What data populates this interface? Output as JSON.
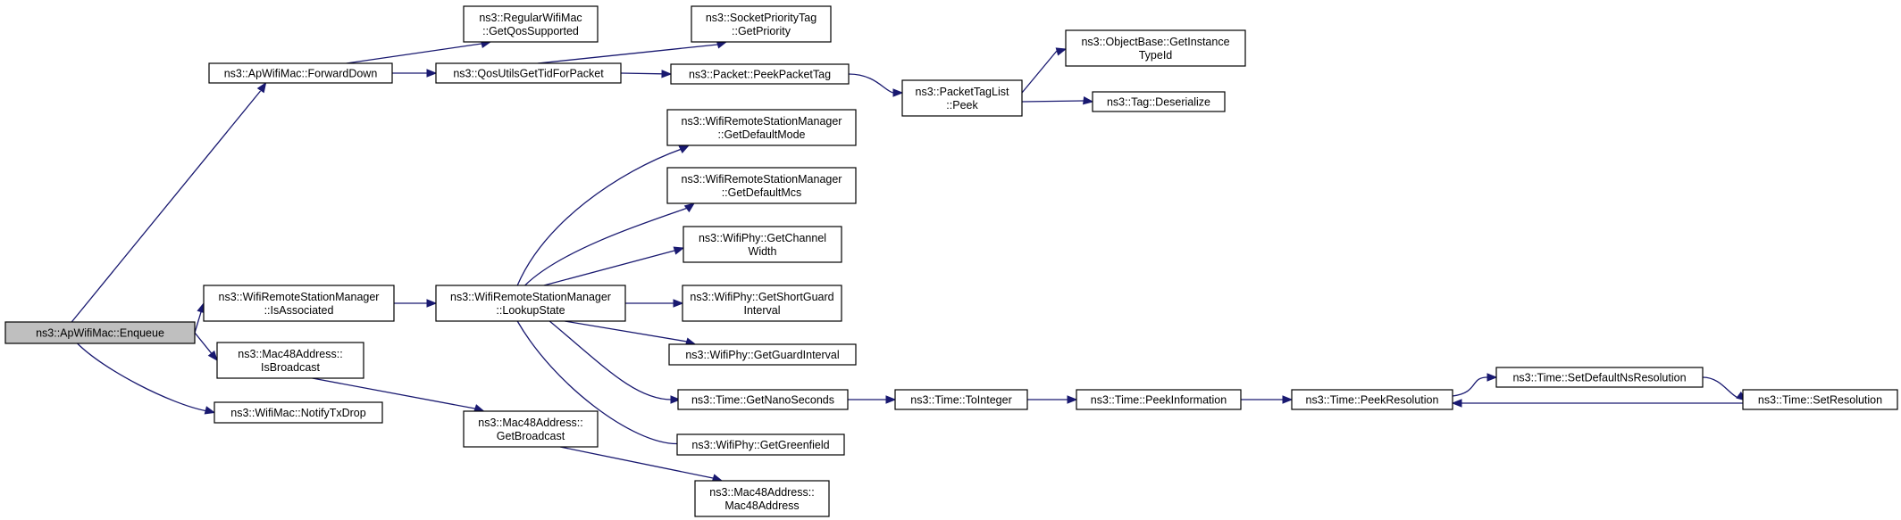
{
  "nodes": [
    {
      "id": "enqueue",
      "lines": [
        "ns3::ApWifiMac::Enqueue"
      ],
      "root": true
    },
    {
      "id": "forwarddown",
      "lines": [
        "ns3::ApWifiMac::ForwardDown"
      ]
    },
    {
      "id": "isassociated",
      "lines": [
        "ns3::WifiRemoteStationManager",
        "::IsAssociated"
      ]
    },
    {
      "id": "isbroadcast",
      "lines": [
        "ns3::Mac48Address::",
        "IsBroadcast"
      ]
    },
    {
      "id": "notifytxdrop",
      "lines": [
        "ns3::WifiMac::NotifyTxDrop"
      ]
    },
    {
      "id": "getqossupported",
      "lines": [
        "ns3::RegularWifiMac",
        "::GetQosSupported"
      ]
    },
    {
      "id": "qosutils",
      "lines": [
        "ns3::QosUtilsGetTidForPacket"
      ]
    },
    {
      "id": "getpriority",
      "lines": [
        "ns3::SocketPriorityTag",
        "::GetPriority"
      ]
    },
    {
      "id": "peekpackettag",
      "lines": [
        "ns3::Packet::PeekPacketTag"
      ]
    },
    {
      "id": "packettagpeek",
      "lines": [
        "ns3::PacketTagList",
        "::Peek"
      ]
    },
    {
      "id": "getinstancetypeid",
      "lines": [
        "ns3::ObjectBase::GetInstance",
        "TypeId"
      ]
    },
    {
      "id": "deserialize",
      "lines": [
        "ns3::Tag::Deserialize"
      ]
    },
    {
      "id": "lookupstate",
      "lines": [
        "ns3::WifiRemoteStationManager",
        "::LookupState"
      ]
    },
    {
      "id": "getdefaultmode",
      "lines": [
        "ns3::WifiRemoteStationManager",
        "::GetDefaultMode"
      ]
    },
    {
      "id": "getdefaultmcs",
      "lines": [
        "ns3::WifiRemoteStationManager",
        "::GetDefaultMcs"
      ]
    },
    {
      "id": "getchannelwidth",
      "lines": [
        "ns3::WifiPhy::GetChannel",
        "Width"
      ]
    },
    {
      "id": "getshortguard",
      "lines": [
        "ns3::WifiPhy::GetShortGuard",
        "Interval"
      ]
    },
    {
      "id": "getguardinterval",
      "lines": [
        "ns3::WifiPhy::GetGuardInterval"
      ]
    },
    {
      "id": "getnanoseconds",
      "lines": [
        "ns3::Time::GetNanoSeconds"
      ]
    },
    {
      "id": "getgreenfield",
      "lines": [
        "ns3::WifiPhy::GetGreenfield"
      ]
    },
    {
      "id": "getbroadcast",
      "lines": [
        "ns3::Mac48Address::",
        "GetBroadcast"
      ]
    },
    {
      "id": "mac48address",
      "lines": [
        "ns3::Mac48Address::",
        "Mac48Address"
      ]
    },
    {
      "id": "tointeger",
      "lines": [
        "ns3::Time::ToInteger"
      ]
    },
    {
      "id": "peekinformation",
      "lines": [
        "ns3::Time::PeekInformation"
      ]
    },
    {
      "id": "peekresolution",
      "lines": [
        "ns3::Time::PeekResolution"
      ]
    },
    {
      "id": "setdefaultnsresolution",
      "lines": [
        "ns3::Time::SetDefaultNsResolution"
      ]
    },
    {
      "id": "setresolution",
      "lines": [
        "ns3::Time::SetResolution"
      ]
    }
  ],
  "edges": [
    [
      "enqueue",
      "forwarddown"
    ],
    [
      "enqueue",
      "isassociated"
    ],
    [
      "enqueue",
      "isbroadcast"
    ],
    [
      "enqueue",
      "notifytxdrop"
    ],
    [
      "forwarddown",
      "getqossupported"
    ],
    [
      "forwarddown",
      "qosutils"
    ],
    [
      "qosutils",
      "getpriority"
    ],
    [
      "qosutils",
      "peekpackettag"
    ],
    [
      "peekpackettag",
      "packettagpeek"
    ],
    [
      "packettagpeek",
      "getinstancetypeid"
    ],
    [
      "packettagpeek",
      "deserialize"
    ],
    [
      "isassociated",
      "lookupstate"
    ],
    [
      "lookupstate",
      "getdefaultmode"
    ],
    [
      "lookupstate",
      "getdefaultmcs"
    ],
    [
      "lookupstate",
      "getchannelwidth"
    ],
    [
      "lookupstate",
      "getshortguard"
    ],
    [
      "lookupstate",
      "getguardinterval"
    ],
    [
      "lookupstate",
      "getnanoseconds"
    ],
    [
      "lookupstate",
      "getgreenfield"
    ],
    [
      "isbroadcast",
      "getbroadcast"
    ],
    [
      "getbroadcast",
      "mac48address"
    ],
    [
      "getnanoseconds",
      "tointeger"
    ],
    [
      "tointeger",
      "peekinformation"
    ],
    [
      "peekinformation",
      "peekresolution"
    ],
    [
      "peekresolution",
      "setdefaultnsresolution"
    ],
    [
      "setdefaultnsresolution",
      "setresolution"
    ],
    [
      "setresolution",
      "peekresolution"
    ]
  ]
}
